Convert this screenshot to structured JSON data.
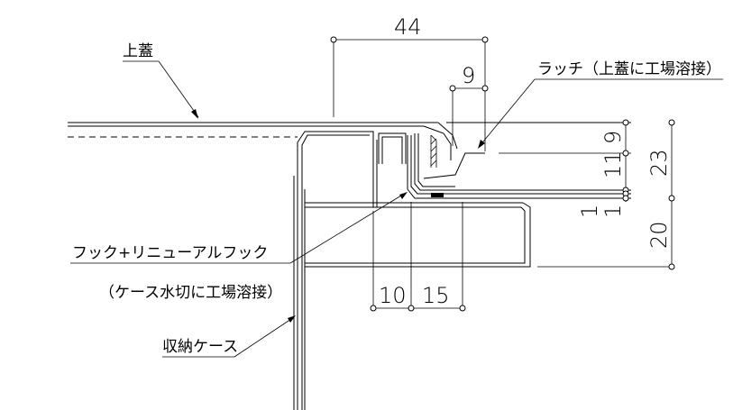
{
  "labels": {
    "top_lid": "上蓋",
    "latch": "ラッチ（上蓋に工場溶接）",
    "hook": "フック+リニューアルフック",
    "hook_note": "（ケース水切に工場溶接）",
    "case": "収納ケース"
  },
  "dimensions": {
    "d44": "44",
    "d9_top": "9",
    "d9_right": "9",
    "d11": "11",
    "d23": "23",
    "d1": "1",
    "d1b": "1",
    "d20": "20",
    "d10": "10",
    "d15": "15"
  }
}
